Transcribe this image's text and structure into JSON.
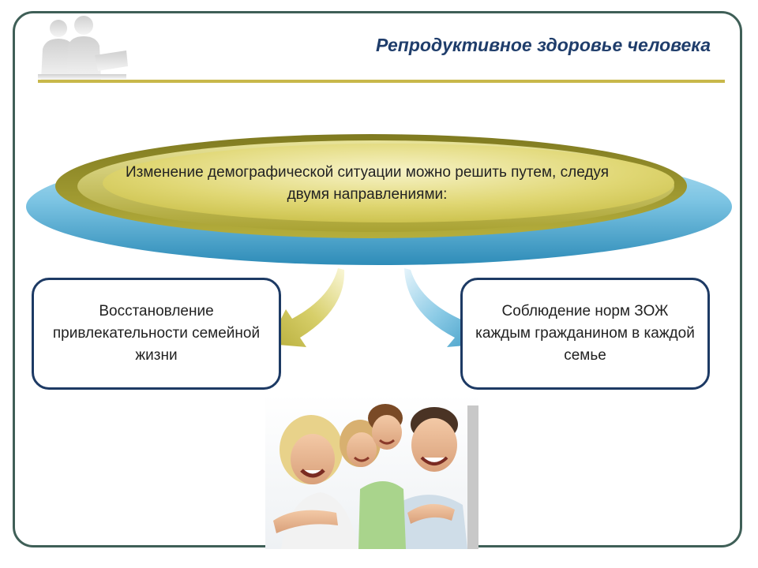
{
  "title": "Репродуктивное здоровье человека",
  "ellipse_text": "Изменение демографической ситуации можно решить путем, следуя двумя направлениями:",
  "directions": [
    {
      "text": "Восстановление привлекательности семейной жизни"
    },
    {
      "text": "Соблюдение норм ЗОЖ каждым гражданином в каждой семье"
    }
  ],
  "colors": {
    "frame": "#3f5f57",
    "title": "#1f3d6b",
    "rule": "#c8b84a",
    "olive": "#a6a23a",
    "blue": "#3a9fc6",
    "box_border": "#1d3a64"
  }
}
